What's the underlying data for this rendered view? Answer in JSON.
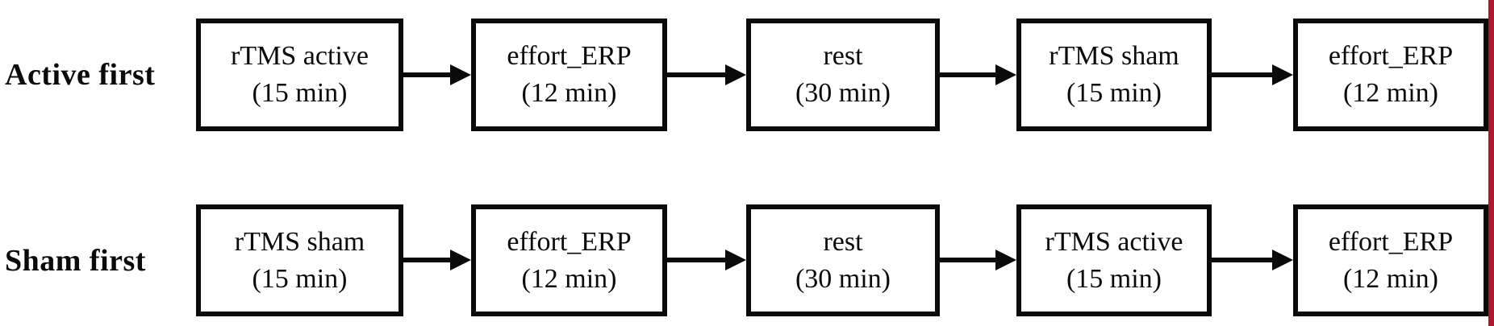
{
  "rows": [
    {
      "label": "Active first",
      "steps": [
        {
          "title": "rTMS active",
          "duration": "(15 min)"
        },
        {
          "title": "effort_ERP",
          "duration": "(12 min)"
        },
        {
          "title": "rest",
          "duration": "(30 min)"
        },
        {
          "title": "rTMS sham",
          "duration": "(15 min)"
        },
        {
          "title": "effort_ERP",
          "duration": "(12 min)"
        }
      ]
    },
    {
      "label": "Sham first",
      "steps": [
        {
          "title": "rTMS sham",
          "duration": "(15 min)"
        },
        {
          "title": "effort_ERP",
          "duration": "(12 min)"
        },
        {
          "title": "rest",
          "duration": "(30 min)"
        },
        {
          "title": "rTMS active",
          "duration": "(15 min)"
        },
        {
          "title": "effort_ERP",
          "duration": "(12 min)"
        }
      ]
    }
  ],
  "colors": {
    "background": "#ffffff",
    "line": "#0a0a0a",
    "edge_strip": "#a51c30"
  }
}
